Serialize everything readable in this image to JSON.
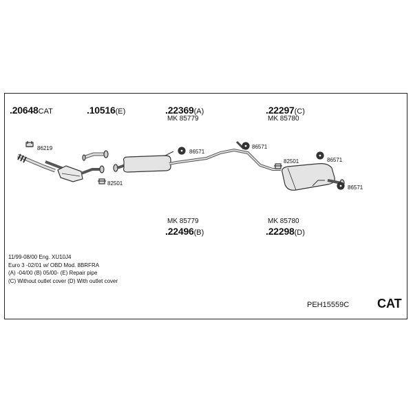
{
  "parts": {
    "p1": {
      "code": ".20648",
      "suffix": "CAT"
    },
    "p2": {
      "code": ".10516",
      "suffix": "(E)"
    },
    "p3": {
      "code": ".22369",
      "suffix": "(A)",
      "mk": "MK 85779"
    },
    "p4": {
      "code": ".22297",
      "suffix": "(C)",
      "mk": "MK 85780"
    },
    "p5": {
      "code": ".22496",
      "suffix": "(B)",
      "mk": "MK 85779"
    },
    "p6": {
      "code": ".22298",
      "suffix": "(D)",
      "mk": "MK 85780"
    }
  },
  "hardware": {
    "h86219": "86219",
    "h82501a": "82501",
    "h86571a": "86571",
    "h86571b": "86571",
    "h82501b": "82501",
    "h86571c": "86571",
    "h86571d": "86571"
  },
  "notes": [
    "11/99-08/00   Eng.  XU10J4",
    "Euro 3   -02/01   w/ OBD   Mod.  8BRFRA",
    "(A) -04/00 (B) 05/00- (E) Repair pipe",
    "(C) Without outlet cover (D) With outlet cover"
  ],
  "kit_code": "PEH15559C",
  "badge": "CAT"
}
